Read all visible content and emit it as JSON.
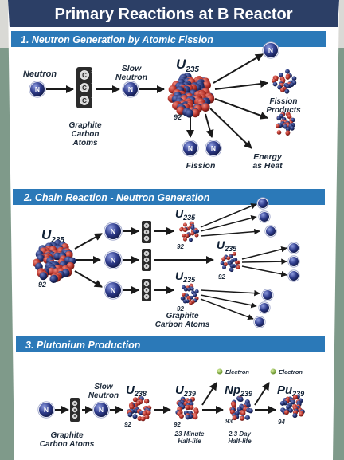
{
  "poster": {
    "title": "Primary Reactions at B Reactor",
    "colors": {
      "header": "#2c3f66",
      "section_bar": "#2b79b8",
      "paper": "#ffffff",
      "wall_green": "#7f9a8a",
      "wall_white": "#e8e8e4",
      "neutron": "#2f3c8c",
      "proton": "#b8342b"
    }
  },
  "section1": {
    "heading": "1. Neutron Generation by Atomic Fission",
    "neutron": "Neutron",
    "slow_neutron": "Slow\nNeutron",
    "graphite": "Graphite\nCarbon\nAtoms",
    "carbon_letter": "C",
    "carbon_sup": "12",
    "u_symbol": "U",
    "u_mass": "235",
    "atomic_number": "92",
    "fission_products": "Fission\nProducts",
    "fission": "Fission",
    "energy": "Energy\nas Heat",
    "n_glyph": "N"
  },
  "section2": {
    "heading": "2. Chain Reaction - Neutron Generation",
    "u_symbol": "U",
    "u_mass": "235",
    "atomic_number": "92",
    "graphite": "Graphite\nCarbon Atoms",
    "n_glyph": "N"
  },
  "section3": {
    "heading": "3. Plutonium Production",
    "slow_neutron": "Slow\nNeutron",
    "graphite": "Graphite\nCarbon Atoms",
    "u238_symbol": "U",
    "u238_mass": "238",
    "u238_z": "92",
    "u239_symbol": "U",
    "u239_mass": "239",
    "u239_z": "92",
    "np_symbol": "Np",
    "np_mass": "239",
    "np_z": "93",
    "pu_symbol": "Pu",
    "pu_mass": "239",
    "pu_z": "94",
    "electron": "Electron",
    "halflife_u": "23 Minute\nHalf-life",
    "halflife_np": "2.3 Day\nHalf-life",
    "n_glyph": "N"
  }
}
